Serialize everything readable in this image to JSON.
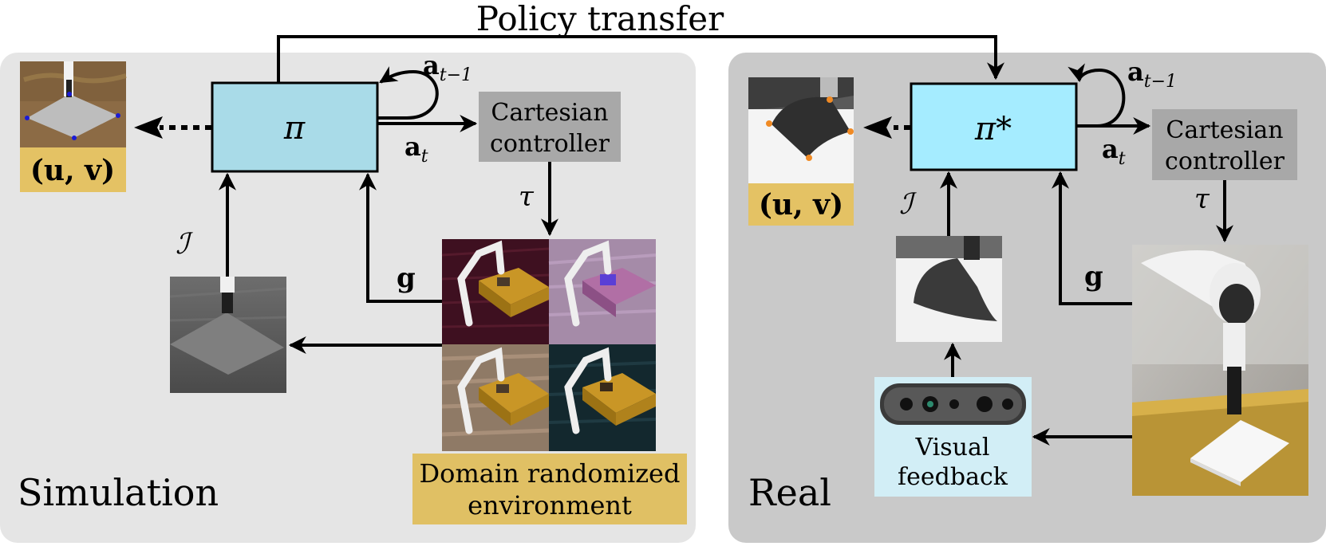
{
  "title": "Policy transfer",
  "panels": {
    "simulation": {
      "label": "Simulation",
      "policy": "π",
      "prev_action": "a",
      "prev_action_sub": "t−1",
      "action": "a",
      "action_sub": "t",
      "controller": [
        "Cartesian",
        "controller"
      ],
      "torque": "τ",
      "image_input": "ℐ",
      "goal": "g",
      "keypoints": "(u, v)",
      "env_label": [
        "Domain randomized",
        "environment"
      ]
    },
    "real": {
      "label": "Real",
      "policy": "π*",
      "prev_action": "a",
      "prev_action_sub": "t−1",
      "action": "a",
      "action_sub": "t",
      "controller": [
        "Cartesian",
        "controller"
      ],
      "torque": "τ",
      "image_input": "ℐ",
      "goal": "g",
      "keypoints": "(u, v)",
      "camera_label": [
        "Visual",
        "feedback"
      ]
    }
  },
  "colors": {
    "panel_sim": "#e5e5e5",
    "panel_real": "#c9c9c9",
    "policy_sim": "#a9dbe8",
    "policy_real": "#a5ecff",
    "controller": "#a8a8a8",
    "keypoint_box": "#e4c264",
    "env_box": "#e0c064",
    "camera_box": "#d2eef6",
    "arrow": "#000000"
  }
}
